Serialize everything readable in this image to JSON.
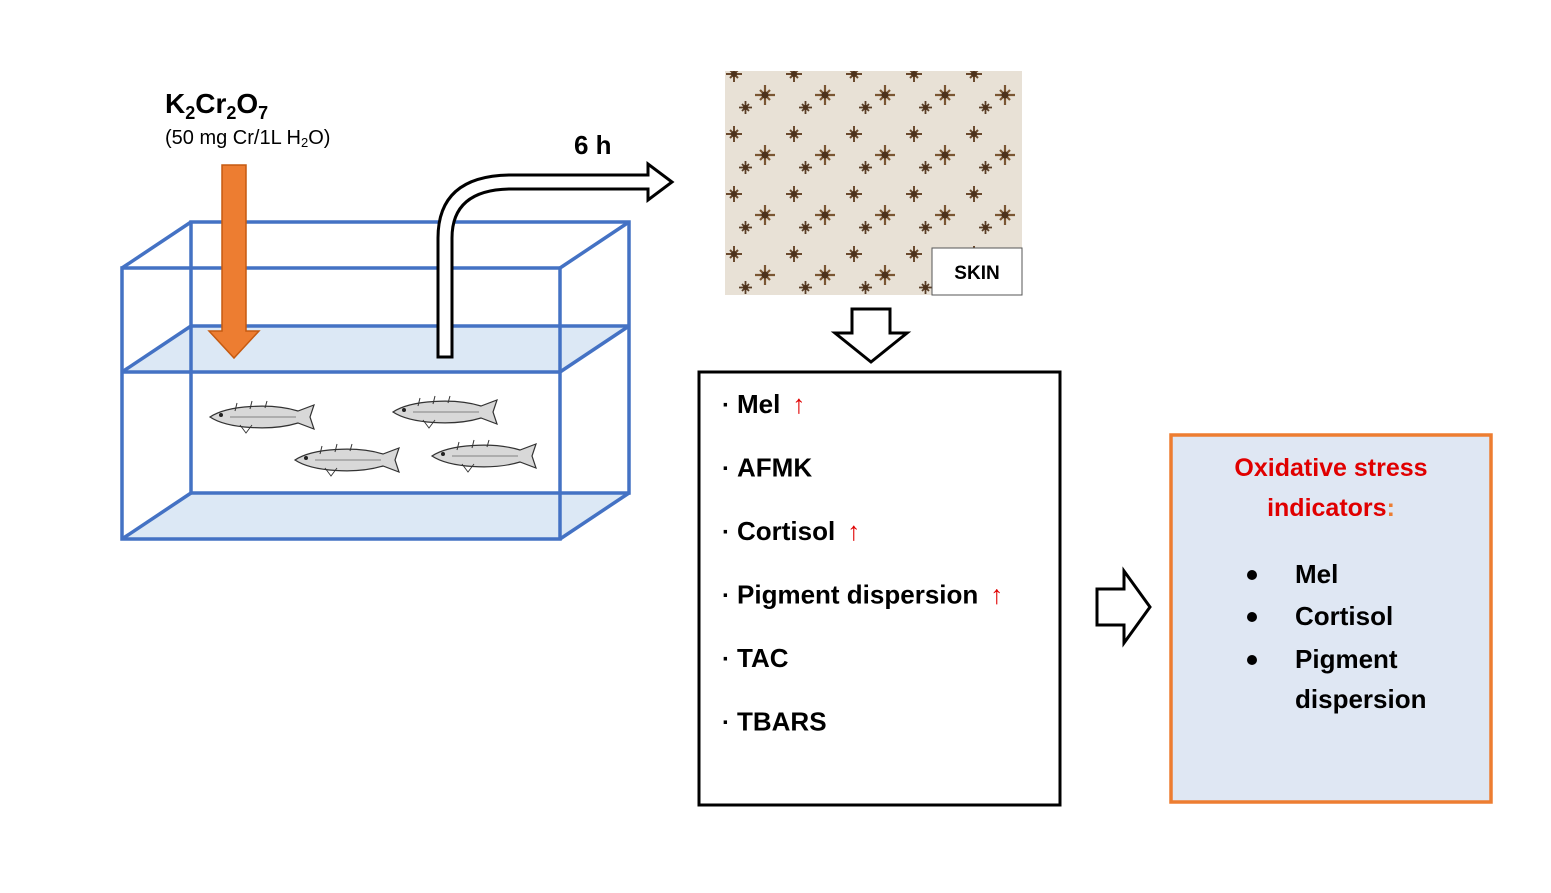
{
  "chemical": {
    "k": "K",
    "s1": "2",
    "cr": "Cr",
    "s2": "2",
    "o": "O",
    "s3": "7",
    "dose_prefix": "(50 mg Cr/1L H",
    "dose_sub": "2",
    "dose_suffix": "O)"
  },
  "time_label": "6 h",
  "skin_label": "SKIN",
  "measurements": [
    {
      "label": "Mel",
      "increase": true
    },
    {
      "label": "AFMK",
      "increase": false
    },
    {
      "label": "Cortisol",
      "increase": true
    },
    {
      "label": "Pigment dispersion",
      "increase": true
    },
    {
      "label": "TAC",
      "increase": false
    },
    {
      "label": "TBARS",
      "increase": false
    }
  ],
  "bullet_char": "·",
  "up_arrow": "↑",
  "indicators": {
    "title_line1": "Oxidative stress",
    "title_line2": "indicators",
    "colon": ":",
    "items": [
      "Mel",
      "Cortisol",
      "Pigment",
      "dispersion"
    ]
  },
  "colors": {
    "tank": "#4472c4",
    "water": "#dce8f5",
    "chem_arrow": "#ed7d31",
    "red": "#e00000",
    "indicator_border": "#ed7d31",
    "indicator_fill": "#dfe7f3",
    "colon": "#ed7d31"
  }
}
